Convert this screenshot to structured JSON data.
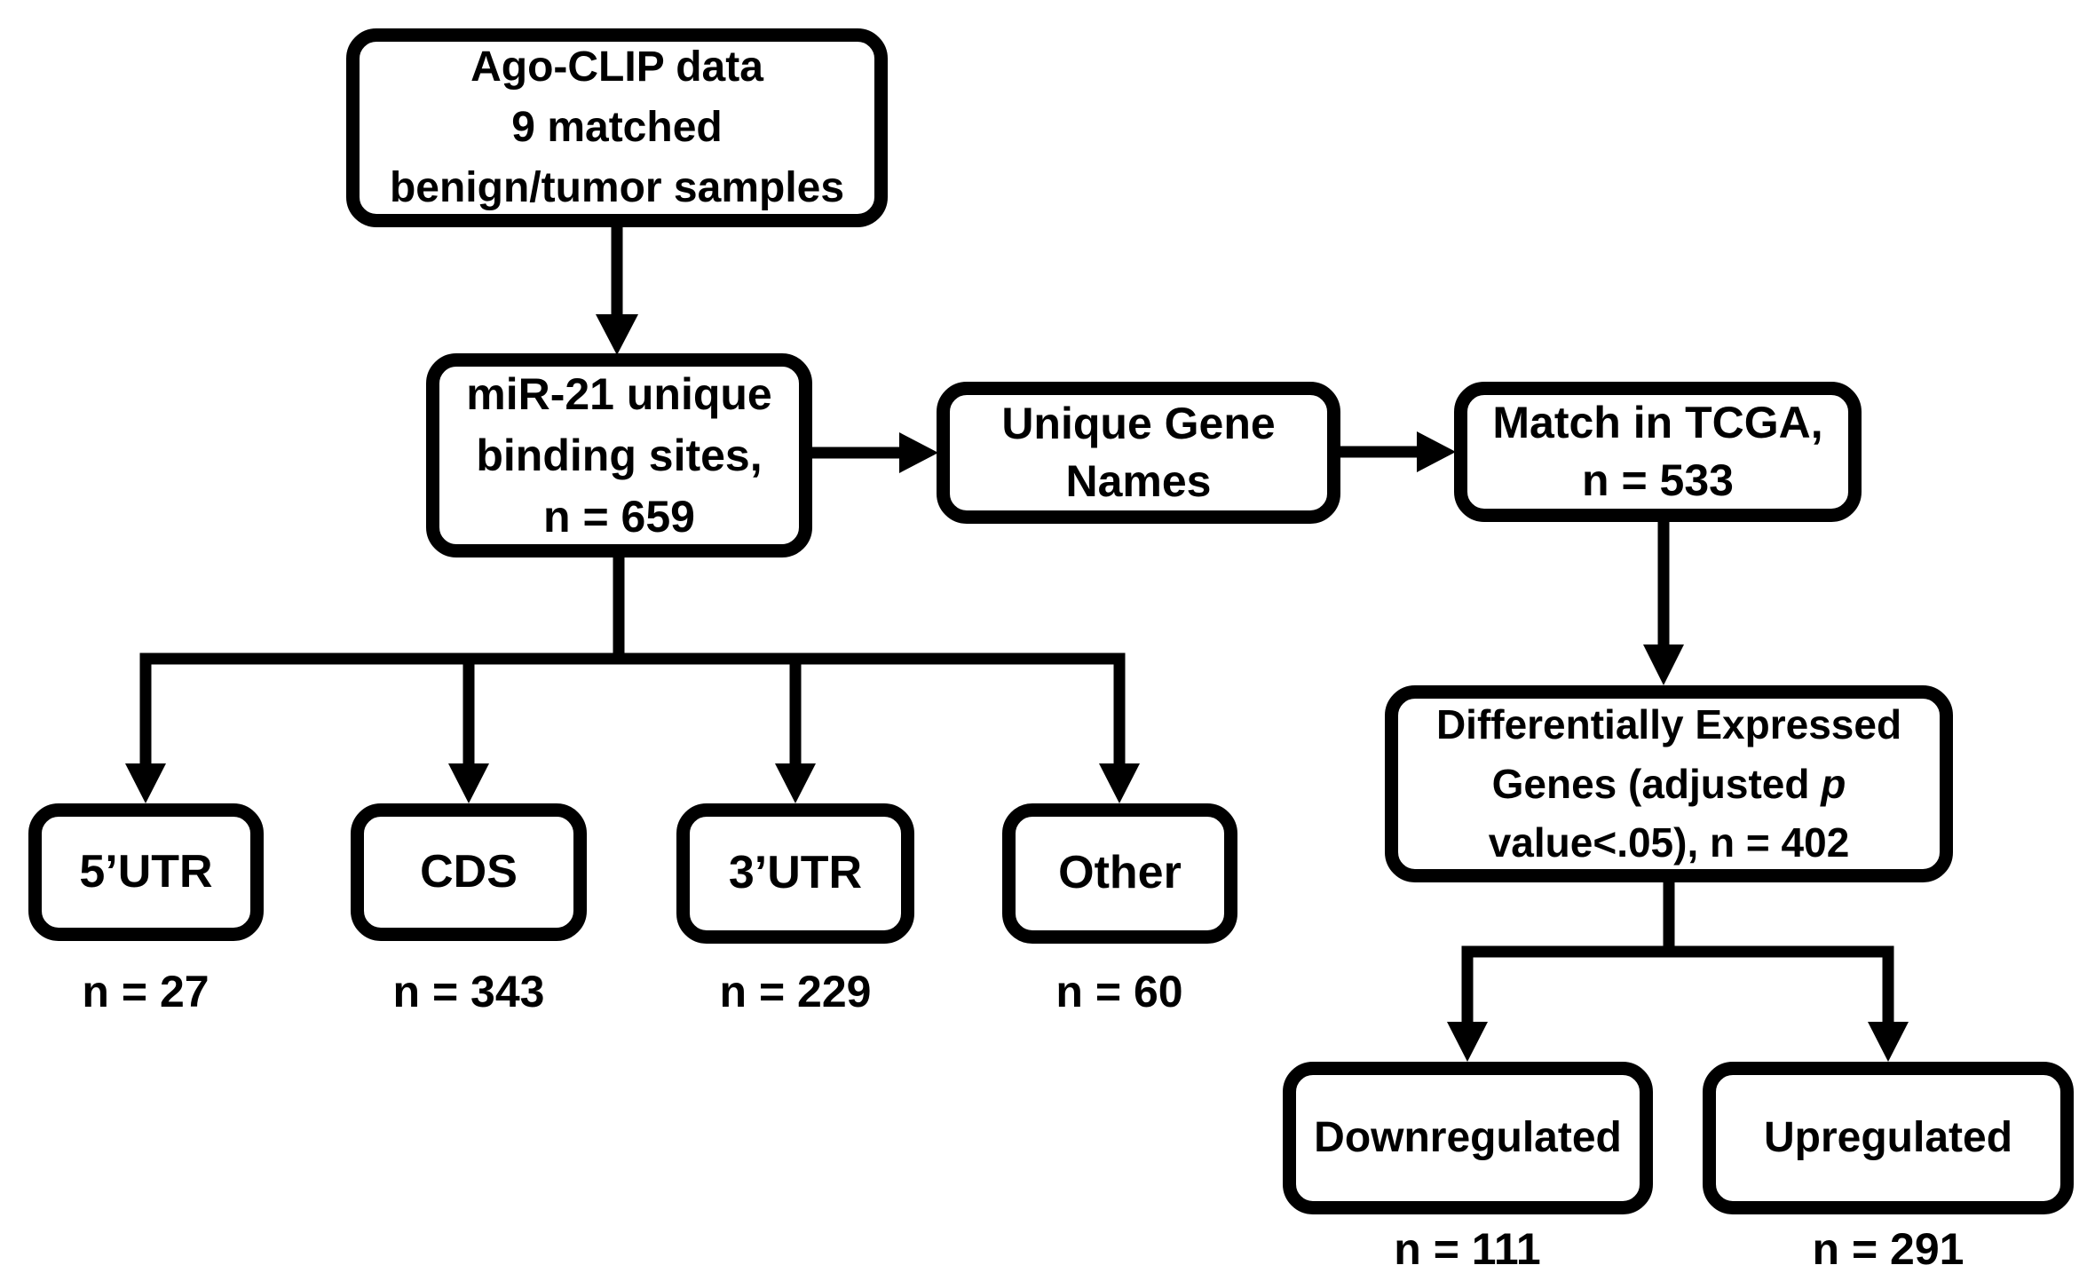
{
  "boxes": {
    "ago": {
      "lines": [
        "Ago-CLIP data",
        "9 matched",
        "benign/tumor samples"
      ]
    },
    "mir21": {
      "lines": [
        "miR-21 unique",
        "binding sites,",
        "n = 659"
      ]
    },
    "unique_gene_names": {
      "lines": [
        "Unique Gene",
        "Names"
      ]
    },
    "match_tcga": {
      "lines": [
        "Match in TCGA,",
        "n = 533"
      ]
    },
    "deg": {
      "line1": "Differentially Expressed",
      "line2_pre": "Genes (adjusted",
      "line2_italic": "p",
      "line3": "value<.05), n = 402"
    },
    "utr5": {
      "label": "5’UTR",
      "count": "n = 27"
    },
    "cds": {
      "label": "CDS",
      "count": "n = 343"
    },
    "utr3": {
      "label": "3’UTR",
      "count": "n = 229"
    },
    "other": {
      "label": "Other",
      "count": "n = 60"
    },
    "downregulated": {
      "label": "Downregulated",
      "count": "n = 111"
    },
    "upregulated": {
      "label": "Upregulated",
      "count": "n = 291"
    }
  },
  "colors": {
    "ink": "#000000",
    "paper": "#ffffff"
  }
}
